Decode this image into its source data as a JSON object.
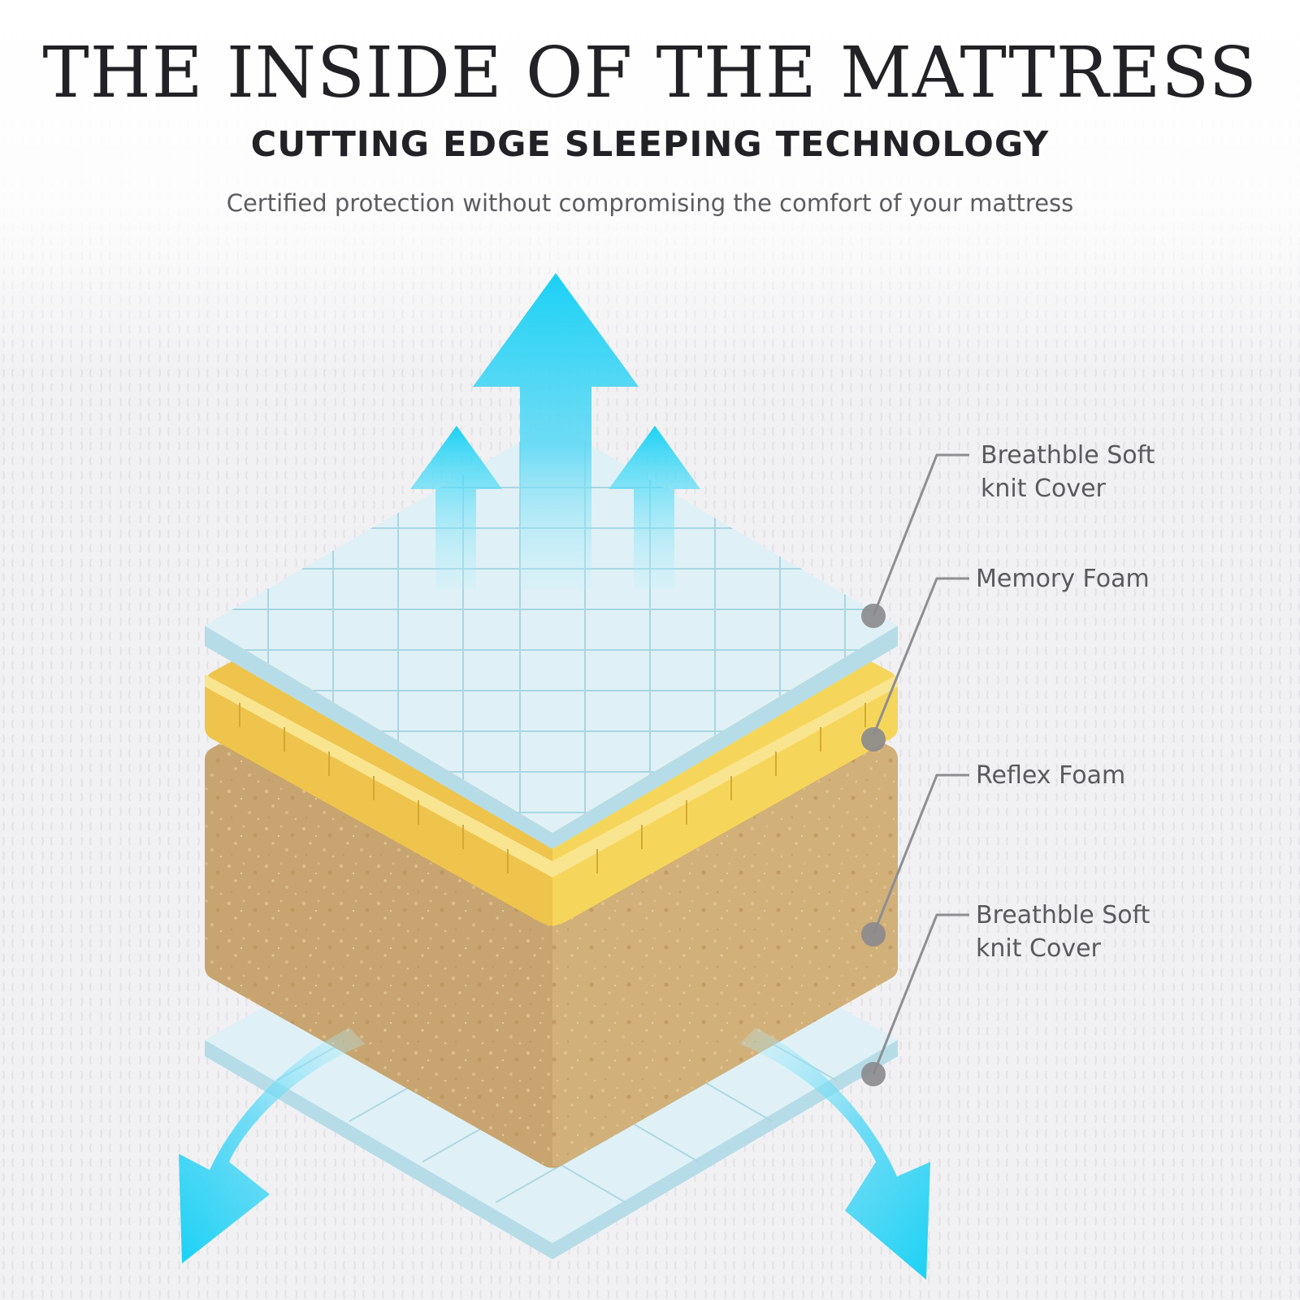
{
  "header": {
    "title": "THE INSIDE OF THE MATTRESS",
    "subtitle": "CUTTING EDGE SLEEPING TECHNOLOGY",
    "tagline": "Certified protection without compromising the comfort of your mattress"
  },
  "layers": [
    {
      "label": "Breathble Soft\nknit Cover",
      "color": "#dff1f6"
    },
    {
      "label": "Memory Foam",
      "color": "#f6d65a"
    },
    {
      "label": "Reflex Foam",
      "color": "#c8a570"
    },
    {
      "label": "Breathble Soft\nknit Cover",
      "color": "#dff1f6"
    }
  ],
  "colors": {
    "airflow_arrows": "#1ad1f5",
    "leader_lines": "#8e8e92",
    "heading_text": "#222226",
    "label_text": "#5a5a5e"
  }
}
